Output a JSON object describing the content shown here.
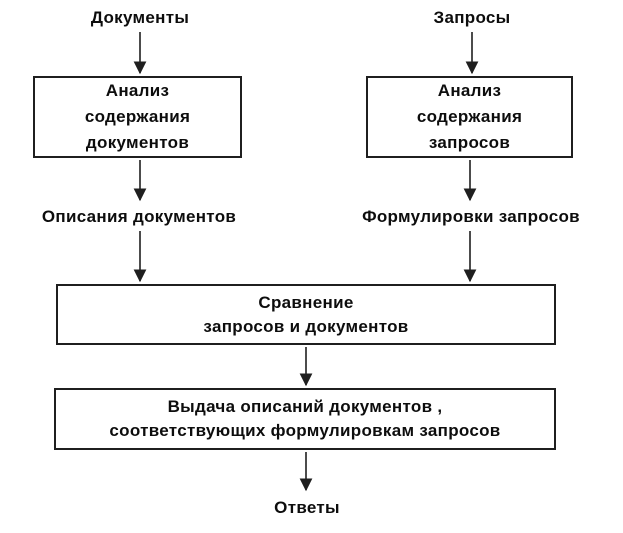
{
  "diagram": {
    "background_color": "#ffffff",
    "line_color": "#1f1f1f",
    "text_color": "#0d0d0d",
    "labels": {
      "documents": "Документы",
      "queries": "Запросы",
      "doc_descriptions": "Описания документов",
      "query_formulations": "Формулировки запросов",
      "answers": "Ответы"
    },
    "boxes": {
      "analyze_documents": "Анализ\nсодержания\nдокументов",
      "analyze_queries": "Анализ\nсодержания\nзапросов",
      "compare": "Сравнение\nзапросов и документов",
      "output": "Выдача описаний документов ,\nсоответствующих формулировкам запросов"
    }
  }
}
